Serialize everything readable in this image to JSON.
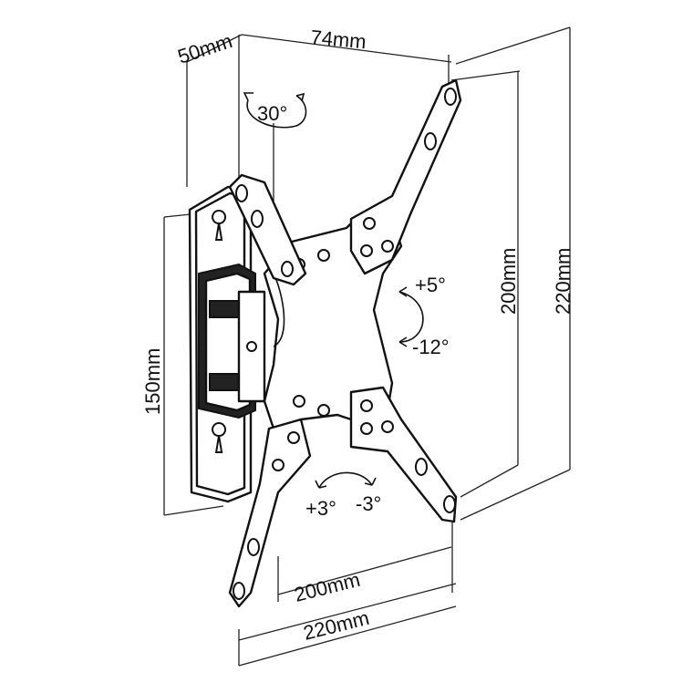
{
  "diagram": {
    "dimensions": {
      "depth": "50mm",
      "arm_offset": "74mm",
      "wall_plate_height": "150mm",
      "vesa_vertical_inner": "200mm",
      "vesa_vertical_outer": "220mm",
      "vesa_horizontal_inner": "200mm",
      "vesa_horizontal_outer": "220mm"
    },
    "angles": {
      "swivel": "30°",
      "tilt_up": "+5°",
      "tilt_down": "-12°",
      "rotate_plus": "+3°",
      "rotate_minus": "-3°"
    }
  }
}
